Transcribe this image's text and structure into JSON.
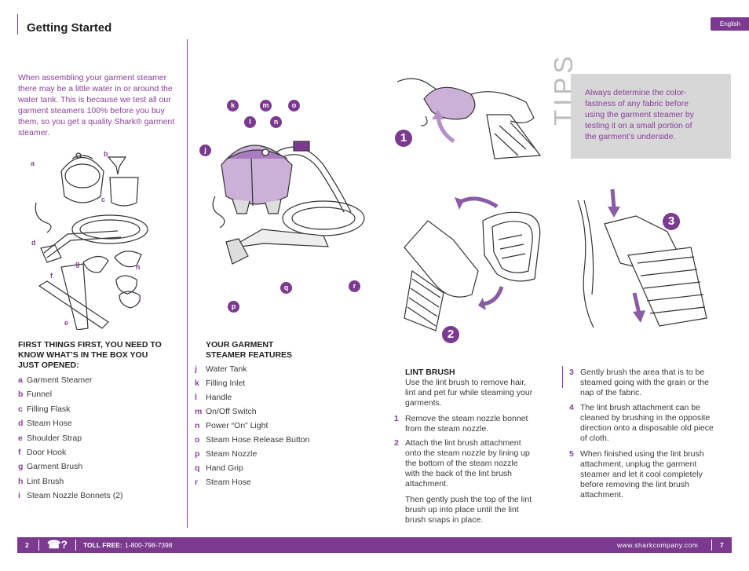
{
  "header": {
    "title": "Getting Started",
    "language": "English"
  },
  "intro": {
    "text": "When assembling your garment steamer there may be a little water in or around the water tank. This is because we test all our garment steamers 100% before you buy them, so you get a quality Shark® garment steamer."
  },
  "parts_labels": [
    "a",
    "b",
    "c",
    "d",
    "e",
    "f",
    "g",
    "h",
    "i"
  ],
  "feature_labels": [
    "j",
    "k",
    "l",
    "m",
    "n",
    "o",
    "p",
    "q",
    "r"
  ],
  "box_list": {
    "heading_lines": [
      "FIRST THINGS FIRST, YOU NEED TO",
      "KNOW WHAT’S IN THE BOX YOU",
      "JUST OPENED:"
    ],
    "items": [
      {
        "key": "a",
        "label": "Garment Steamer"
      },
      {
        "key": "b",
        "label": "Funnel"
      },
      {
        "key": "c",
        "label": "Filling Flask"
      },
      {
        "key": "d",
        "label": "Steam Hose"
      },
      {
        "key": "e",
        "label": "Shoulder Strap"
      },
      {
        "key": "f",
        "label": "Door Hook"
      },
      {
        "key": "g",
        "label": "Garment Brush"
      },
      {
        "key": "h",
        "label": "Lint Brush"
      },
      {
        "key": "i",
        "label": "Steam Nozzle Bonnets (2)"
      }
    ]
  },
  "features_list": {
    "heading_lines": [
      "YOUR GARMENT",
      "STEAMER FEATURES"
    ],
    "items": [
      {
        "key": "j",
        "label": "Water Tank"
      },
      {
        "key": "k",
        "label": "Filling Inlet"
      },
      {
        "key": "l",
        "label": "Handle"
      },
      {
        "key": "m",
        "label": "On/Off Switch"
      },
      {
        "key": "n",
        "label": "Power “On” Light"
      },
      {
        "key": "o",
        "label": "Steam Hose Release Button"
      },
      {
        "key": "p",
        "label": "Steam Nozzle"
      },
      {
        "key": "q",
        "label": "Hand Grip"
      },
      {
        "key": "r",
        "label": "Steam Hose"
      }
    ]
  },
  "tips": {
    "word": "TIPS",
    "lines": [
      "Always determine the color-",
      "fastness of any fabric before",
      "using the garment steamer by",
      "testing it on a small portion of",
      "the garment’s underside."
    ]
  },
  "step_badges": [
    "1",
    "2",
    "3"
  ],
  "lint_brush": {
    "heading": "LINT BRUSH",
    "intro_lines": [
      "Use the lint brush to remove hair,",
      "lint and pet fur while steaming your",
      "garments."
    ],
    "steps": [
      {
        "num": "1",
        "lines": [
          "Remove the steam nozzle bonnet",
          "from the steam nozzle."
        ]
      },
      {
        "num": "2",
        "lines": [
          "Attach the lint brush attachment",
          "onto the steam nozzle by lining up",
          "the bottom of the steam nozzle",
          "with the back of the lint brush",
          "attachment."
        ]
      }
    ],
    "followup_lines": [
      "Then gently push the top of the lint",
      "brush up into place until the lint",
      "brush snaps in place."
    ],
    "steps_right": [
      {
        "num": "3",
        "lines": [
          "Gently brush the area that is to be",
          "steamed going with the grain or the",
          "nap of the fabric."
        ]
      },
      {
        "num": "4",
        "lines": [
          "The lint brush attachment can be",
          "cleaned by brushing in the opposite",
          "direction onto a disposable old piece",
          "of cloth."
        ]
      },
      {
        "num": "5",
        "lines": [
          "When finished using the lint brush",
          "attachment, unplug the garment",
          "steamer and let it cool completely",
          "before removing the lint brush",
          "attachment."
        ]
      }
    ]
  },
  "footer": {
    "left_page": "2",
    "phone_icon_text": "☎?",
    "toll_free_label": "TOLL FREE:",
    "toll_free_number": "1-800-798-7398",
    "website": "www.sharkcompany.com",
    "right_page": "7"
  },
  "colors": {
    "accent": "#7b3a8f",
    "tips_box": "#d7d7d7"
  }
}
